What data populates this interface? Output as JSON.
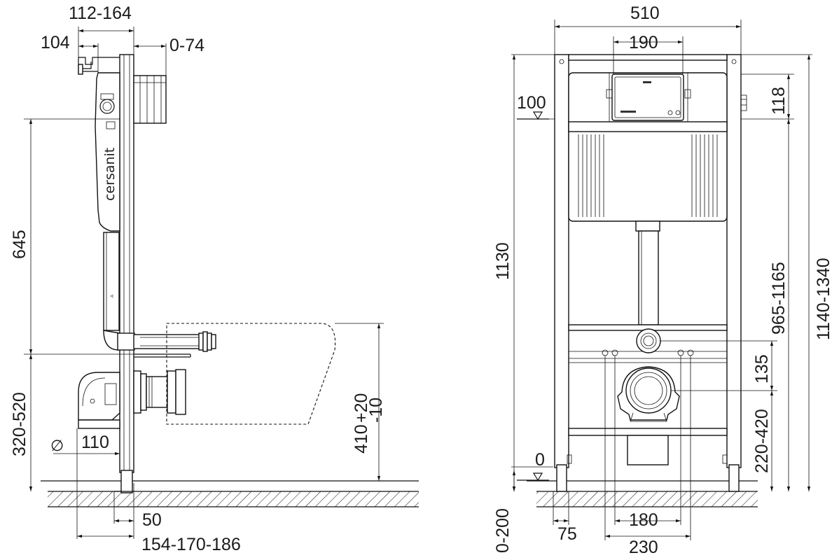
{
  "side_view": {
    "dimensions": {
      "top_range": "112-164",
      "top_left": "104",
      "top_adjust": "0-74",
      "height_645": "645",
      "height_320_520": "320-520",
      "pipe_diameter_symbol": "∅",
      "pipe_diameter": "110",
      "bowl_height_base": "410",
      "bowl_height_plus": "+20",
      "bowl_height_minus": "-10",
      "bottom_50": "50",
      "bottom_depth": "154-170-186"
    },
    "brand_label": "cersanit"
  },
  "front_view": {
    "dimensions": {
      "width_510": "510",
      "width_190": "190",
      "level_100": "100",
      "height_118": "118",
      "height_1130": "1130",
      "height_965_1165": "965-1165",
      "height_1140_1340": "1140-1340",
      "height_135": "135",
      "height_220_420": "220-420",
      "level_0": "0",
      "level_0_200": "0-200",
      "width_75": "75",
      "width_180": "180",
      "width_230": "230"
    }
  }
}
